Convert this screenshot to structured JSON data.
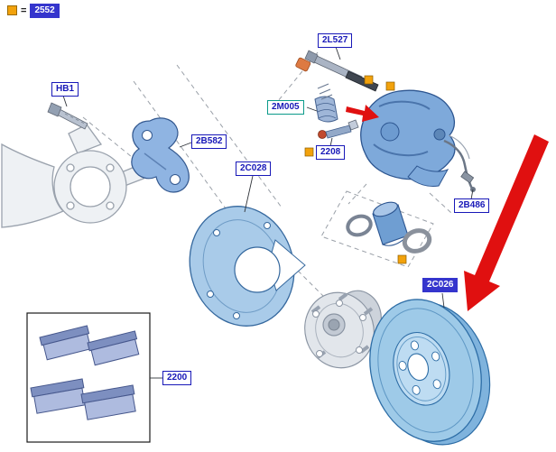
{
  "legend": {
    "equals": "=",
    "part_number": "2552"
  },
  "labels": {
    "hb1": "HB1",
    "caliper_bracket": "2B582",
    "splash_shield": "2C028",
    "guide_pin_kit": "2L527",
    "guide_pin_boot": "2M005",
    "bleed_screw": "2208",
    "brake_hose": "2B486",
    "brake_disc": "2C026",
    "brake_pads": "2200"
  },
  "colors": {
    "label_blue": "#1818b8",
    "label_filled_bg": "#3535cd",
    "label_green_border": "#0a9a8a",
    "marker_yellow": "#f2a20c",
    "arrow_red": "#e01010",
    "part_blue": "#8fb4e2",
    "part_gray": "#cdd3db"
  }
}
